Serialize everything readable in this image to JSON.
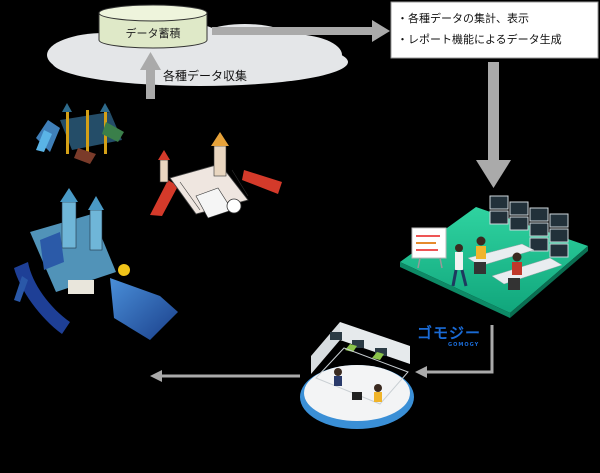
{
  "database": {
    "label": "データ蓄積"
  },
  "collection": {
    "label": "各種データ収集"
  },
  "reporting": {
    "lines": [
      "・各種データの集計、表示",
      "・レポート機能によるデータ生成"
    ]
  },
  "brand": {
    "name": "ゴモジー",
    "sub": "GOMOGY"
  },
  "colors": {
    "background": "#000000",
    "cloud": "#e4e6e8",
    "database": "#dfe9c8",
    "arrow": "#aaaaaa",
    "platform": "#1fbf8f",
    "brand": "#1a6bd6"
  }
}
